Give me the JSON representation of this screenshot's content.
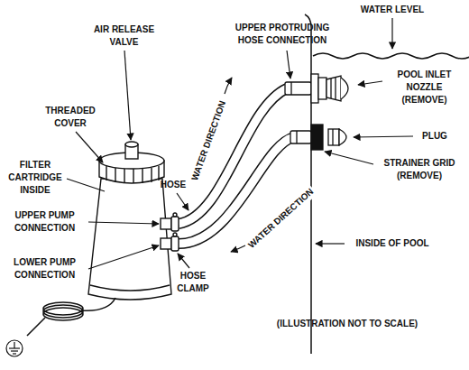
{
  "diagram": {
    "labels": [
      "WATER LEVEL",
      "UPPER PROTRUDING HOSE CONNECTION",
      "AIR RELEASE VALVE",
      "THREADED COVER",
      "FILTER CARTRIDGE INSIDE",
      "WATER DIRECTION",
      "POOL INLET NOZZLE (REMOVE)",
      "HOSE",
      "UPPER PUMP CONNECTION",
      "WATER DIRECTION",
      "PLUG",
      "STRAINER GRID (REMOVE)",
      "LOWER PUMP CONNECTION",
      "HOSE CLAMP",
      "INSIDE OF POOL",
      "(ILLUSTRATION NOT TO SCALE)"
    ]
  }
}
